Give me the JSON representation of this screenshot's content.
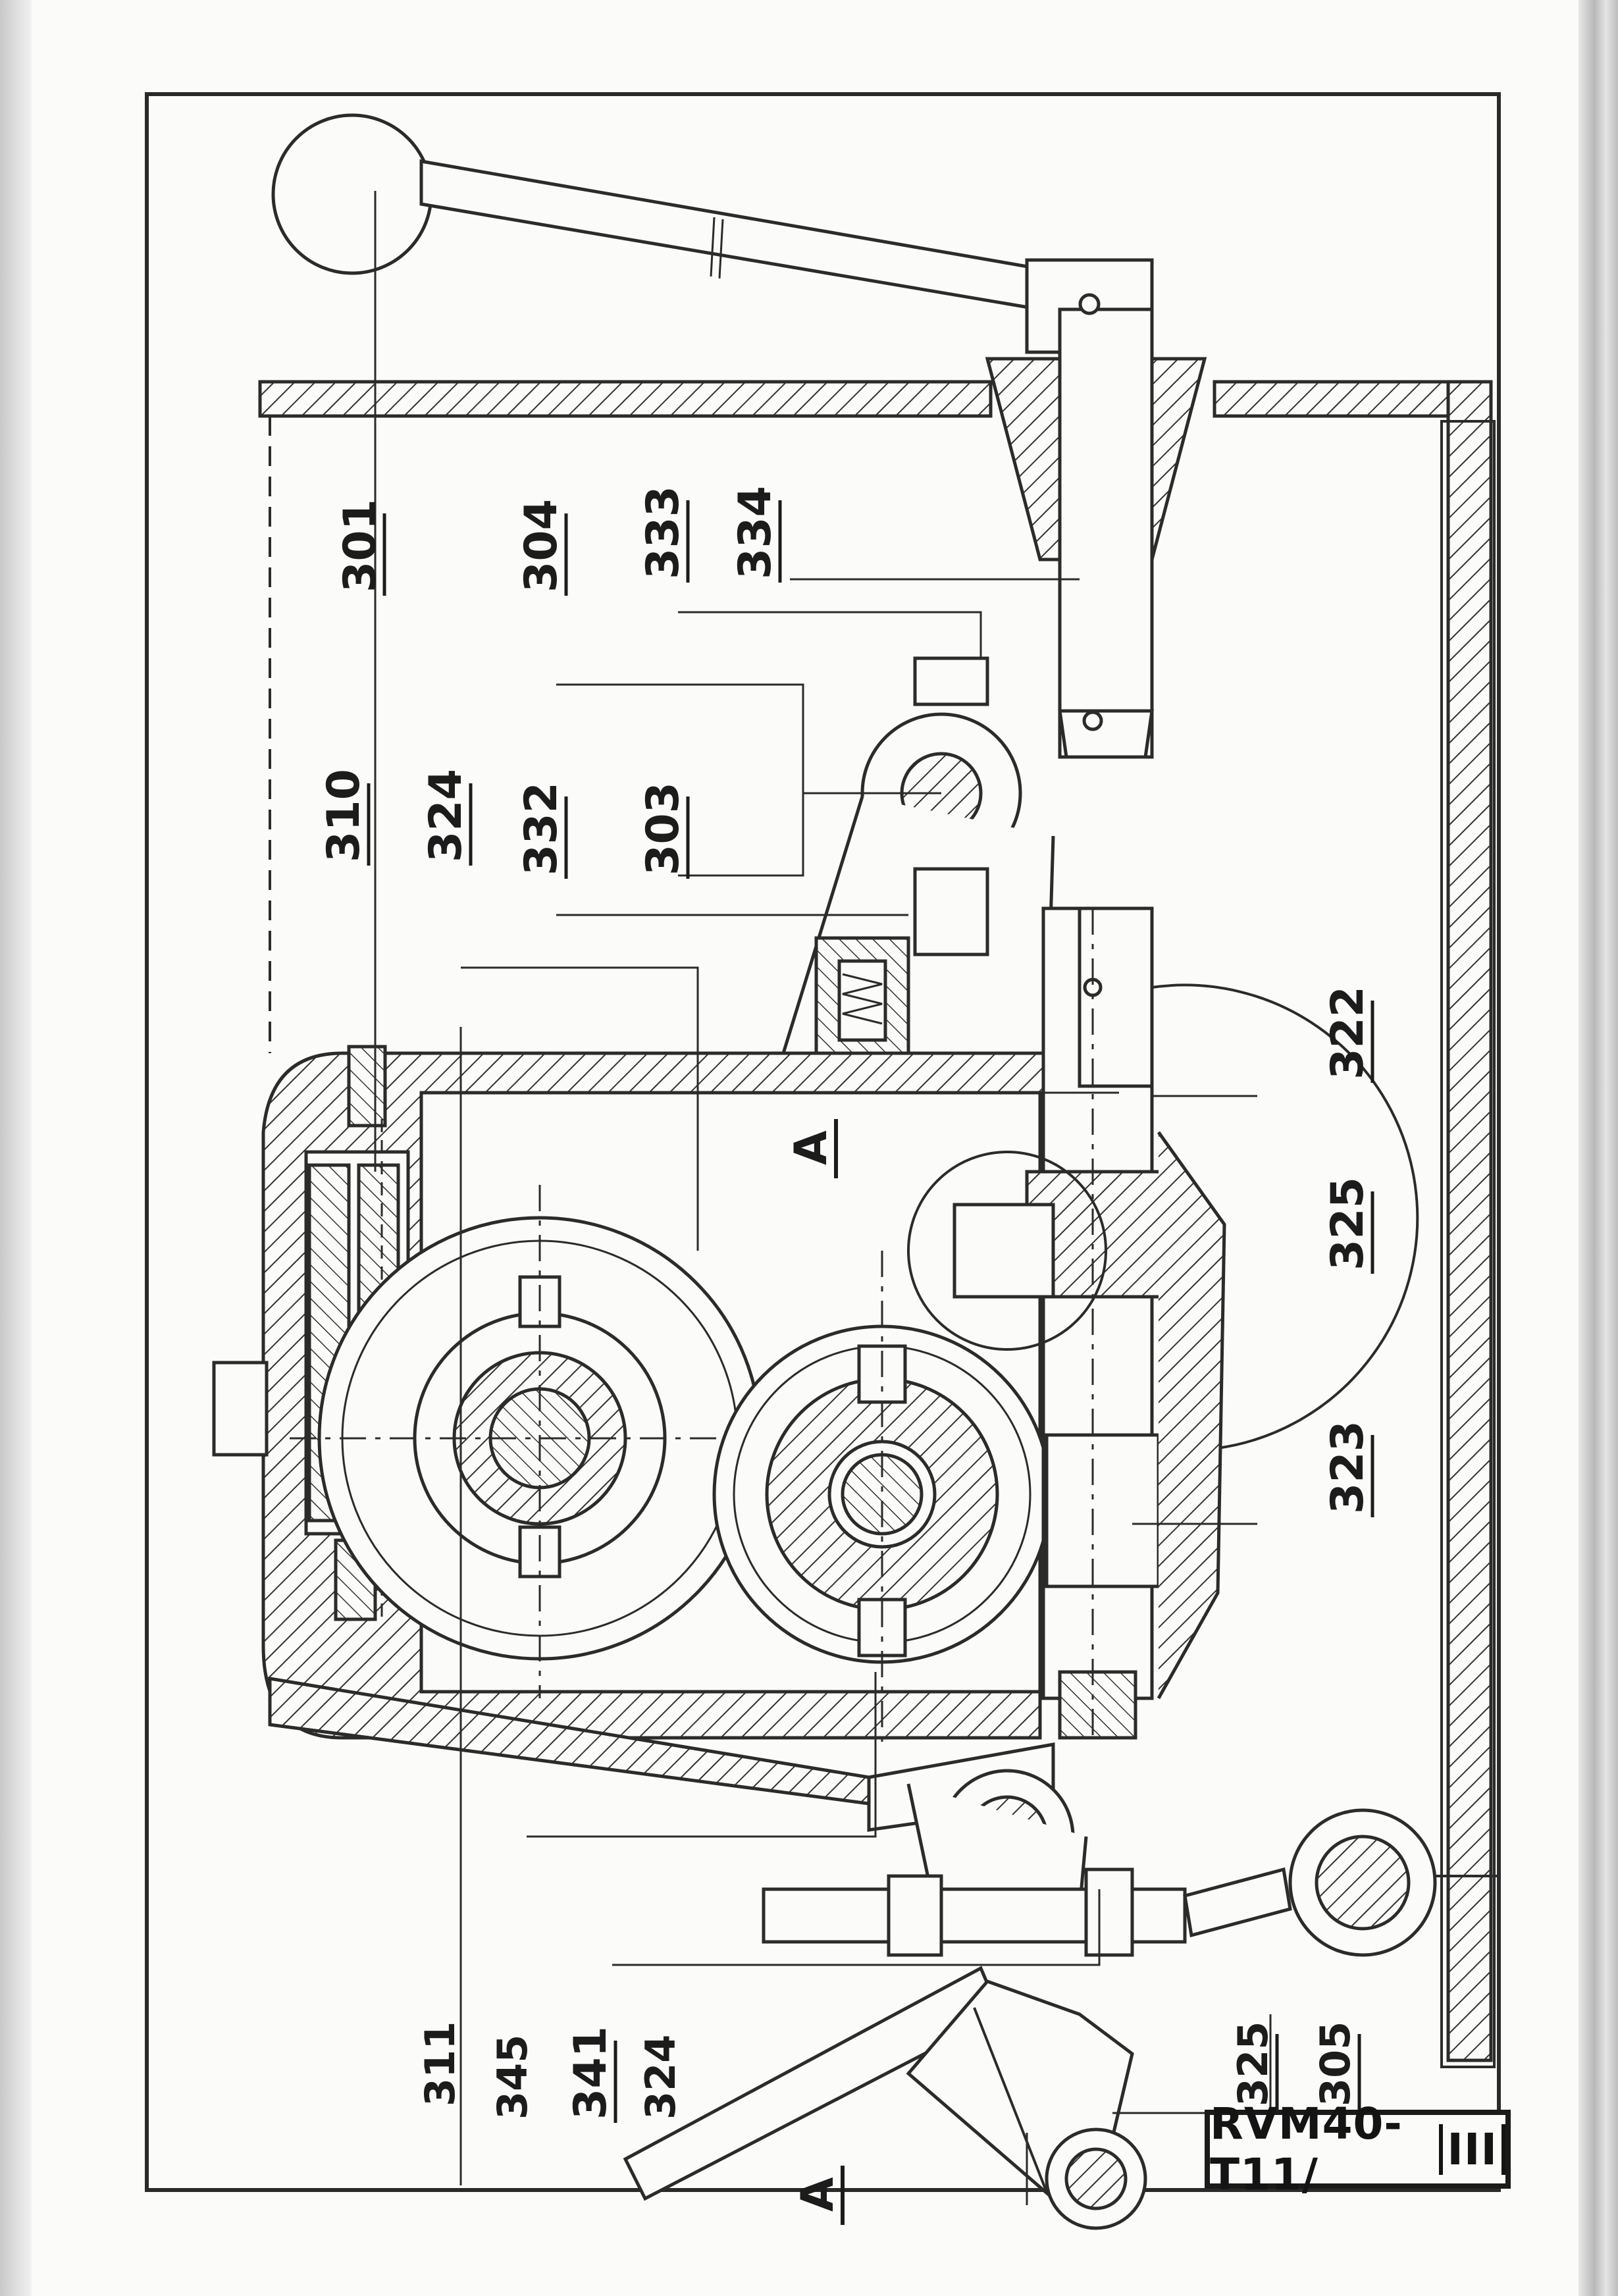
{
  "drawing": {
    "title_code": "RVM40-T11/",
    "title_sheet": "III",
    "part_labels": {
      "p301": "301",
      "p304": "304",
      "p333": "333",
      "p334": "334",
      "p310": "310",
      "p324_top": "324",
      "p332": "332",
      "p303": "303",
      "p322": "322",
      "p325_mid": "325",
      "p323": "323",
      "p311": "311",
      "p345": "345",
      "p341": "341",
      "p324_bottom": "324",
      "p325_bottom": "325",
      "p305": "305"
    },
    "section_labels": {
      "a_center": "A",
      "a_bottom": "A"
    }
  }
}
